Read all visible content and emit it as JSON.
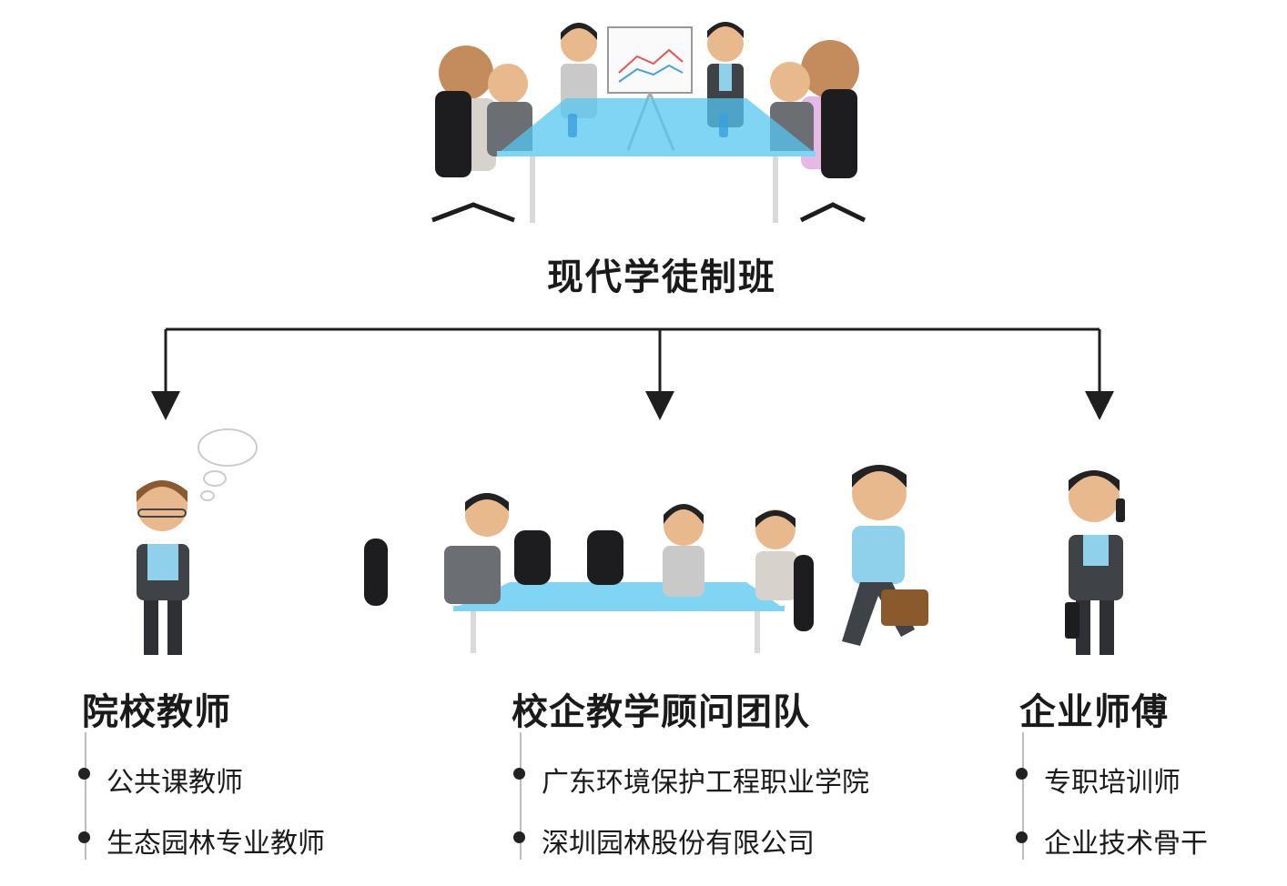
{
  "root": {
    "title": "现代学徒制班"
  },
  "branches": [
    {
      "title": "院校教师",
      "items": [
        "公共课教师",
        "生态园林专业教师"
      ]
    },
    {
      "title": "校企教学顾问团队",
      "items": [
        "广东环境保护工程职业学院",
        "深圳园林股份有限公司"
      ]
    },
    {
      "title": "企业师傅",
      "items": [
        "专职培训师",
        "企业技术骨干"
      ]
    }
  ],
  "colors": {
    "line": "#1f1f1f",
    "table": "#56c6f0",
    "suit": "#3f4247",
    "shirt": "#8fd0ea",
    "skin": "#e8b98c"
  }
}
